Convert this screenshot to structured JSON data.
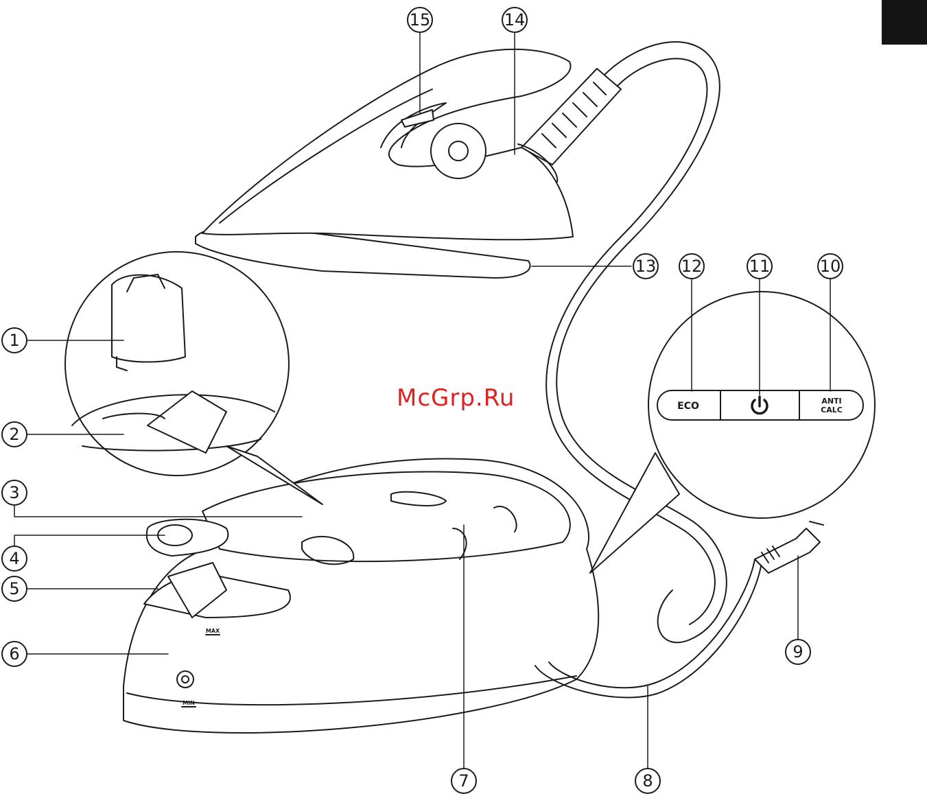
{
  "callouts": [
    "1",
    "2",
    "3",
    "4",
    "5",
    "6",
    "7",
    "8",
    "9",
    "10",
    "11",
    "12",
    "13",
    "14",
    "15"
  ],
  "control_panel": {
    "eco_label": "ECO",
    "power_icon": "power-icon",
    "anticalc_line1": "ANTI",
    "anticalc_line2": "CALC"
  },
  "tank_marks": {
    "max_label": "MAX",
    "min_label": "MIN"
  },
  "watermark": "McGrp.Ru",
  "colors": {
    "line": "#1a1a1a",
    "watermark": "#e0201e",
    "tab": "#141414"
  }
}
